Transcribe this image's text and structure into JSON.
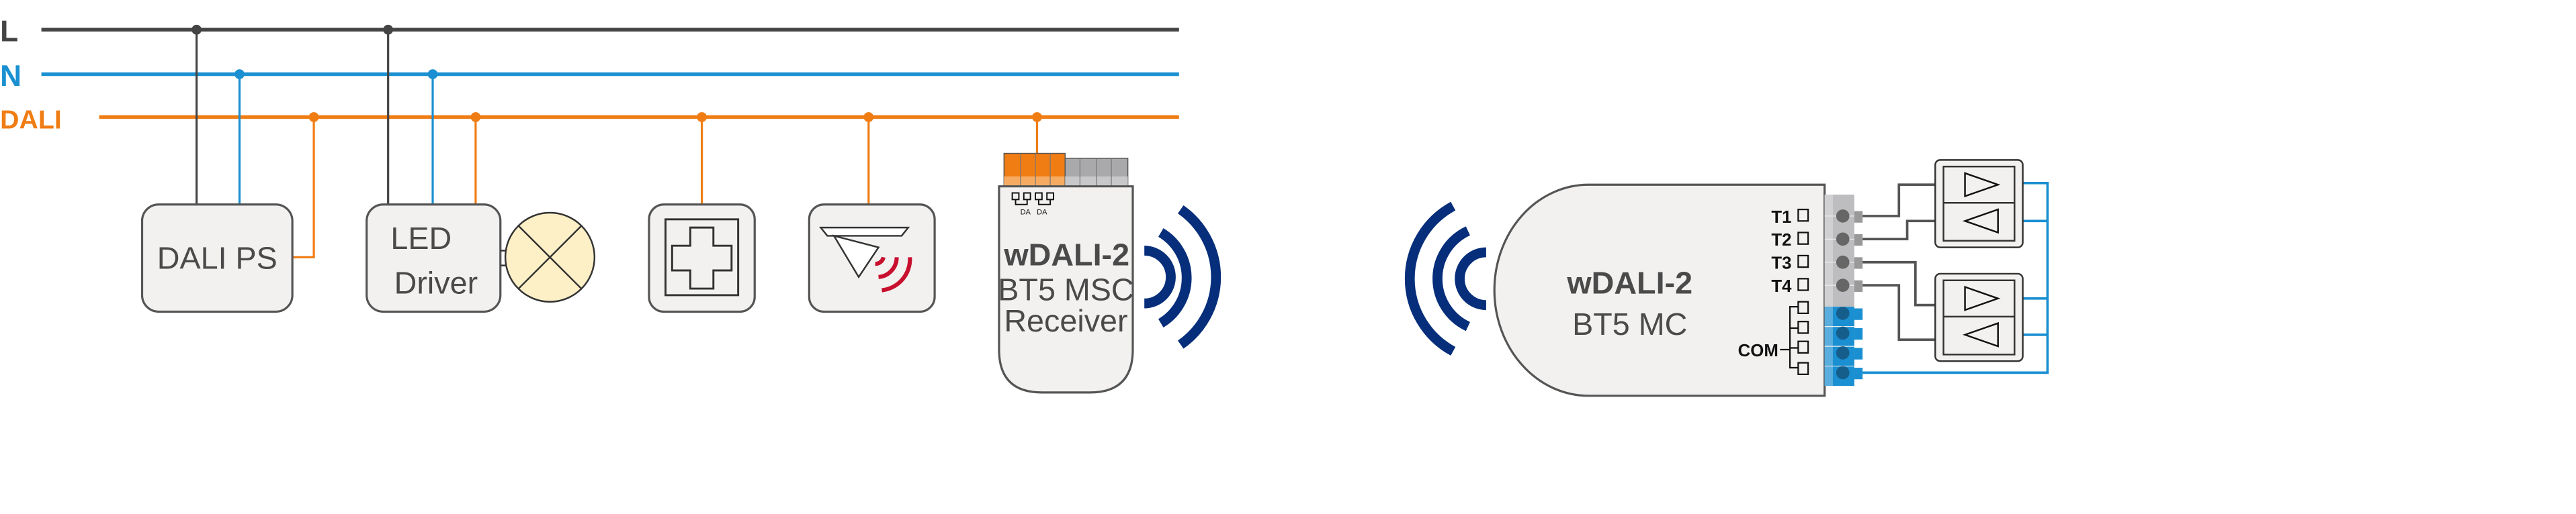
{
  "buses": {
    "l_label": "L",
    "n_label": "N",
    "dali_label": "DALI"
  },
  "devices": {
    "dali_ps": "DALI PS",
    "led_driver_line1": "LED",
    "led_driver_line2": "Driver",
    "receiver": {
      "title": "wDALI-2",
      "line2": "BT5 MSC",
      "line3": "Receiver",
      "da1": "DA",
      "da2": "DA"
    },
    "mc": {
      "title": "wDALI-2",
      "line2": "BT5 MC",
      "t1": "T1",
      "t2": "T2",
      "t3": "T3",
      "t4": "T4",
      "com": "COM"
    }
  },
  "colors": {
    "l": "#444444",
    "n": "#1a8fd1",
    "dali": "#f07d14",
    "wireless": "#062e7a",
    "sensor": "#c8102e"
  }
}
